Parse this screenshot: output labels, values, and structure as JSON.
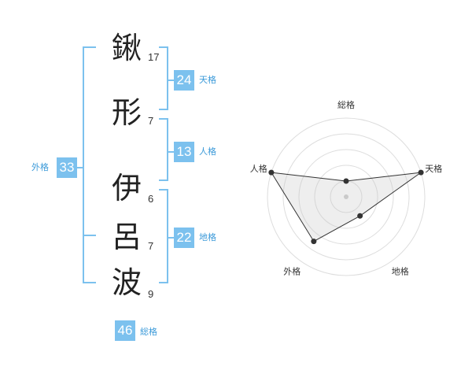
{
  "name_chars": [
    {
      "char": "鍬",
      "strokes": "17"
    },
    {
      "char": "形",
      "strokes": "7"
    },
    {
      "char": "伊",
      "strokes": "6"
    },
    {
      "char": "呂",
      "strokes": "7"
    },
    {
      "char": "波",
      "strokes": "9"
    }
  ],
  "kaku": {
    "tenkaku": {
      "value": "24",
      "label": "天格"
    },
    "jinkaku": {
      "value": "13",
      "label": "人格"
    },
    "chikaku": {
      "value": "22",
      "label": "地格"
    },
    "gaikaku": {
      "value": "33",
      "label": "外格"
    },
    "soukaku": {
      "value": "46",
      "label": "総格"
    }
  },
  "colors": {
    "accent": "#7cc1ee",
    "label": "#3b9ad9"
  },
  "chart_data": {
    "type": "radar",
    "axes": [
      "総格",
      "天格",
      "地格",
      "外格",
      "人格"
    ],
    "values": [
      1,
      5,
      1.5,
      3.5,
      5
    ],
    "max": 5,
    "grid_rings": 5
  }
}
